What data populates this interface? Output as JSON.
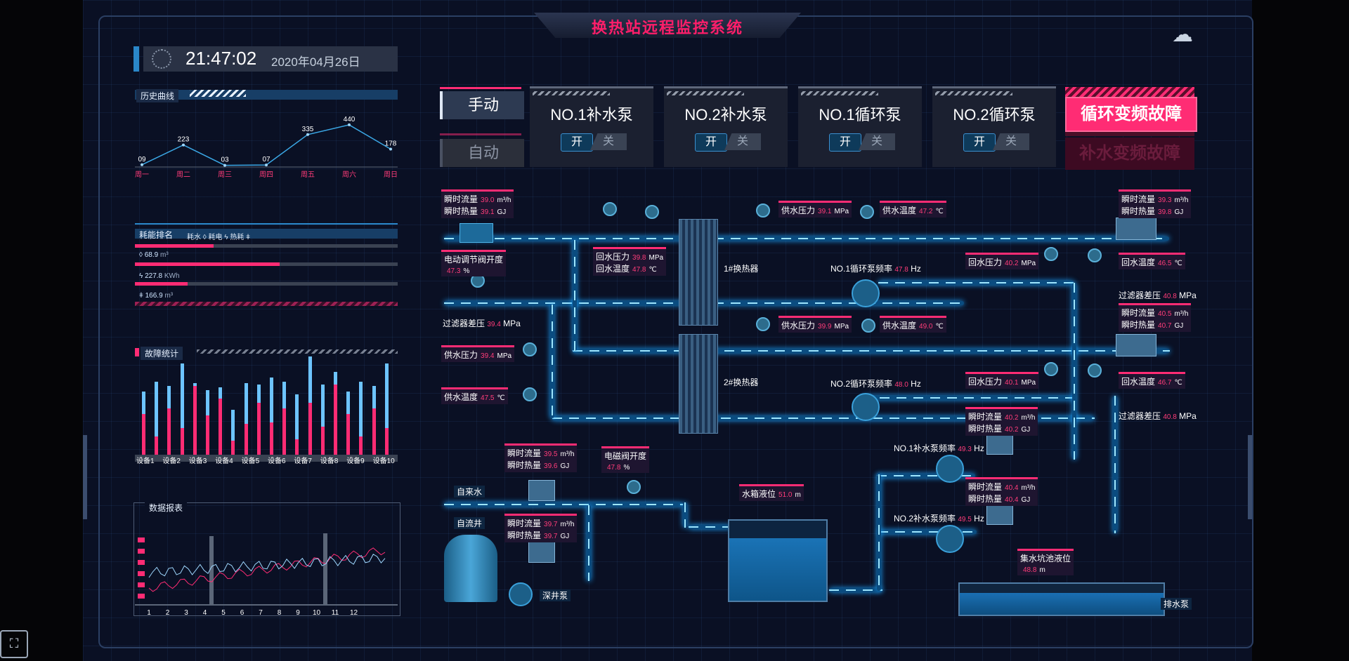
{
  "title": "换热站远程监控系统",
  "clock": {
    "time": "21:47:02",
    "date": "2020年04月26日"
  },
  "history": {
    "title": "历史曲线",
    "days": [
      "周一",
      "周二",
      "周三",
      "周四",
      "周五",
      "周六",
      "周日"
    ],
    "values": [
      9,
      223,
      3,
      7,
      335,
      440,
      178
    ],
    "value_labels": [
      "09",
      "223",
      "03",
      "07",
      "335",
      "440",
      "178"
    ]
  },
  "energy": {
    "title": "耗能排名",
    "legend": [
      "耗水",
      "耗电",
      "热耗"
    ],
    "items": [
      {
        "icon": "water-drop-icon",
        "value": "68.9",
        "unit": "m³",
        "ratio": 0.3
      },
      {
        "icon": "lightning-icon",
        "value": "227.8",
        "unit": "KWh",
        "ratio": 0.55
      },
      {
        "icon": "thermometer-icon",
        "value": "166.9",
        "unit": "m³",
        "ratio": 0.2
      }
    ]
  },
  "faults": {
    "title": "故障统计",
    "devices": [
      "设备1",
      "设备2",
      "设备3",
      "设备4",
      "设备5",
      "设备6",
      "设备7",
      "设备8",
      "设备9",
      "设备10"
    ]
  },
  "report": {
    "title": "数据报表",
    "x_ticks": [
      "1",
      "2",
      "3",
      "4",
      "5",
      "6",
      "7",
      "8",
      "9",
      "10",
      "11",
      "12"
    ]
  },
  "modes": {
    "manual": "手动",
    "auto": "自动"
  },
  "pumps": [
    {
      "name": "NO.1补水泵",
      "on": "开",
      "off": "关"
    },
    {
      "name": "NO.2补水泵",
      "on": "开",
      "off": "关"
    },
    {
      "name": "NO.1循环泵",
      "on": "开",
      "off": "关"
    },
    {
      "name": "NO.2循环泵",
      "on": "开",
      "off": "关"
    }
  ],
  "alarms": {
    "circ": "循环变频故障",
    "supp": "补水变频故障"
  },
  "tags": {
    "inst_flow": "瞬时流量",
    "inst_heat": "瞬时热量",
    "flow_unit": "m³/h",
    "heat_unit": "GJ",
    "supply_press": "供水压力",
    "supply_temp": "供水温度",
    "return_press": "回水压力",
    "return_temp": "回水温度",
    "valve_open": "电动调节阀开度",
    "filter_dp": "过滤器差压",
    "mag_valve": "电磁阀开度",
    "tank_level": "水箱液位",
    "pit_level": "集水坑池液位",
    "freq": "NO.1循环泵频率",
    "freq2": "NO.2循环泵频率",
    "supp1_freq": "NO.1补水泵频率",
    "supp2_freq": "NO.2补水泵频率",
    "hx1": "1#换热器",
    "hx2": "2#换热器",
    "tap": "自来水",
    "well": "自流井",
    "deep_pump": "深井泵",
    "drain_pump": "排水泵",
    "mpa": "MPa",
    "degc": "℃",
    "hz": "Hz",
    "pct": "%",
    "m": "m"
  },
  "values": {
    "tl_flow": "39.0",
    "tl_heat": "39.1",
    "valve": "47.3",
    "hx_ret_p": "39.8",
    "hx_ret_t": "47.8",
    "sp1": "39.1",
    "st1": "47.2",
    "tr_flow": "39.3",
    "tr_heat": "39.8",
    "fr1": "47.8",
    "rp1": "40.2",
    "rt1": "46.5",
    "fdp_r1": "40.8",
    "mr_flow": "40.5",
    "mr_heat": "40.7",
    "sp2": "39.9",
    "st2": "49.0",
    "fdp_l": "39.4",
    "sp_l": "39.4",
    "st_l": "47.5",
    "fr2": "48.0",
    "rp2": "40.1",
    "rt2": "46.7",
    "fdp_r2": "40.8",
    "s1_flow": "40.2",
    "s1_heat": "40.2",
    "b1_flow": "39.5",
    "b1_heat": "39.6",
    "mag": "47.8",
    "tank": "51.0",
    "b2_flow": "39.7",
    "b2_heat": "39.7",
    "sf1": "49.3",
    "sf2": "49.5",
    "s2_flow": "40.4",
    "s2_heat": "40.4",
    "pit": "48.8"
  }
}
